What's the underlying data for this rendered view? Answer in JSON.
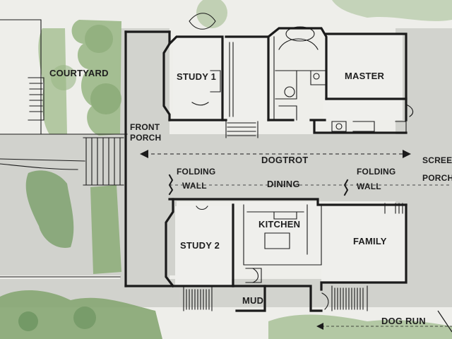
{
  "rooms": {
    "courtyard": "COURTYARD",
    "study1": "STUDY 1",
    "master": "MASTER",
    "front_porch_1": "FRONT",
    "front_porch_2": "PORCH",
    "dogtrot": "DOGTROT",
    "screen_porch_1": "SCREEN",
    "screen_porch_2": "PORCH",
    "folding_wall_left_1": "FOLDING",
    "folding_wall_left_2": "WALL",
    "dining": "DINING",
    "folding_wall_right_1": "FOLDING",
    "folding_wall_right_2": "WALL",
    "kitchen": "KITCHEN",
    "study2": "STUDY 2",
    "family": "FAMILY",
    "mud": "MUD",
    "dog_run": "DOG RUN"
  },
  "colors": {
    "paper": "#eeeeea",
    "wash": "#cfd0cb",
    "foliage": "#8fae7c",
    "foliage_dark": "#5f8a55",
    "ink": "#1b1b1b"
  }
}
